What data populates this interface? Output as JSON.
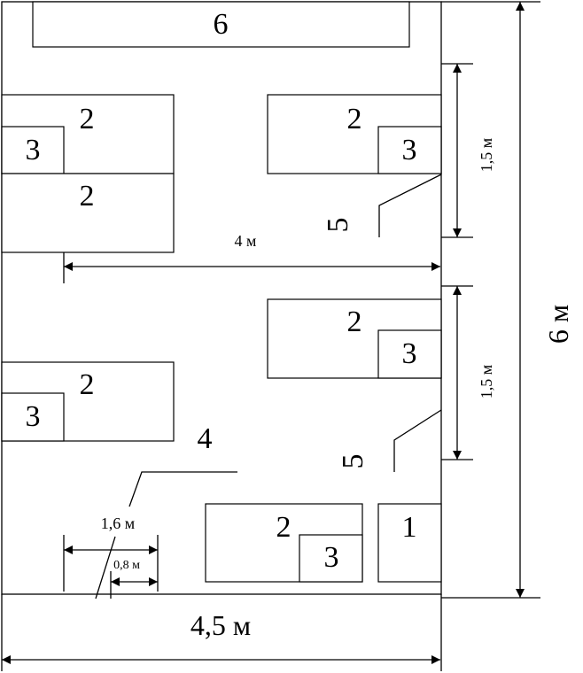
{
  "labels": {
    "l1": "1",
    "l2": "2",
    "l3": "3",
    "l4": "4",
    "l5": "5",
    "l6": "6"
  },
  "dimensions": {
    "width_total": "4,5 м",
    "height_total": "6 м",
    "aisle_width": "4 м",
    "spacing_upper": "1,5 м",
    "spacing_lower": "1,5 м",
    "desk_length": "1,6 м",
    "chair_length": "0,8 м"
  }
}
